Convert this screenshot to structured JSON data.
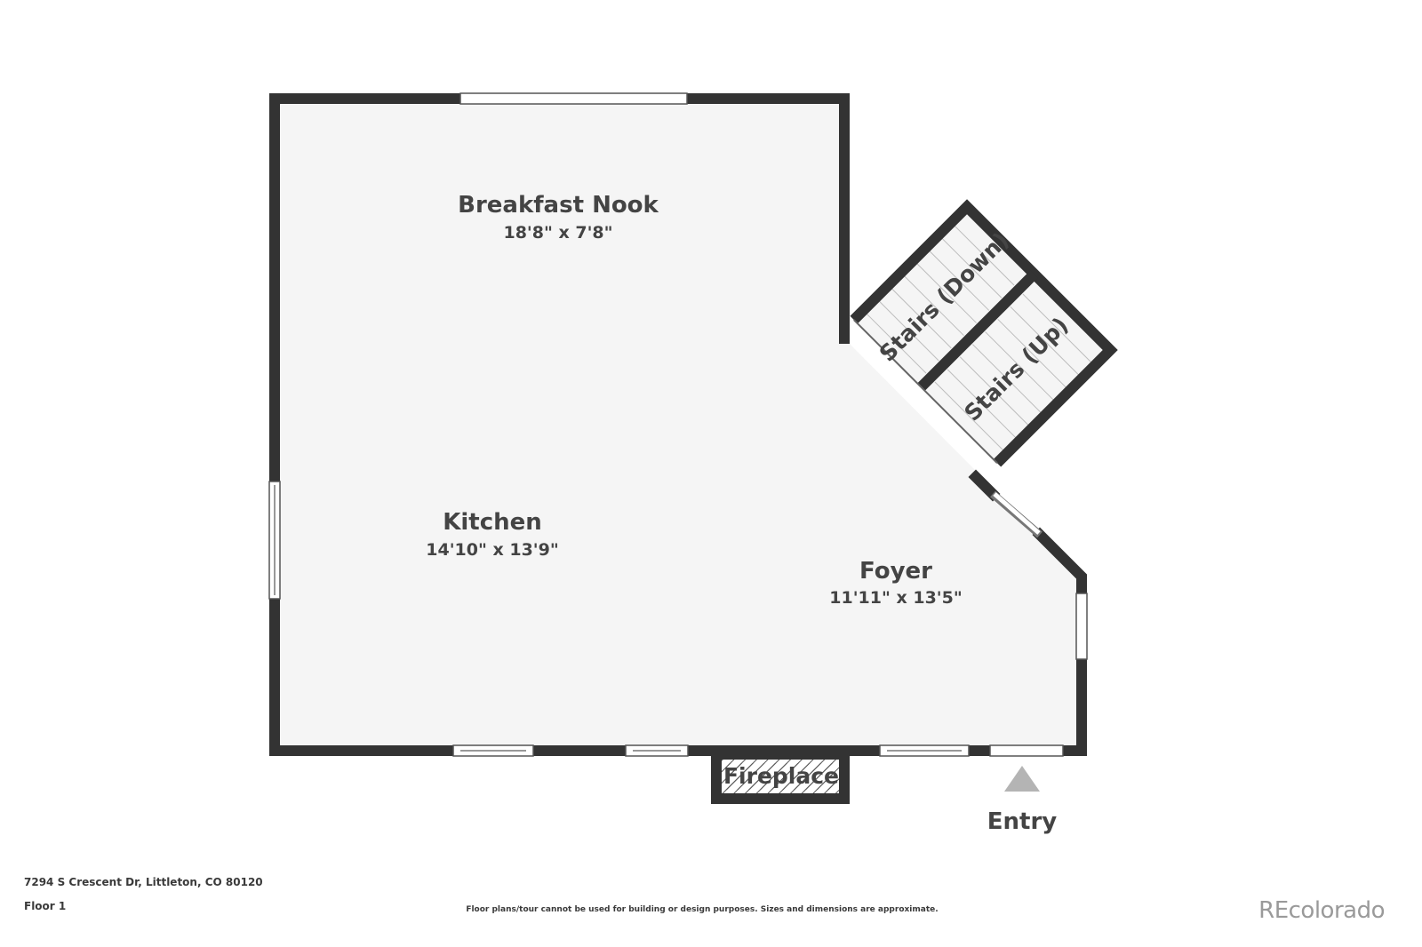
{
  "rooms": {
    "breakfast_nook": {
      "name": "Breakfast Nook",
      "dims": "18'8\" x 7'8\""
    },
    "kitchen": {
      "name": "Kitchen",
      "dims": "14'10\" x 13'9\""
    },
    "foyer": {
      "name": "Foyer",
      "dims": "11'11\" x 13'5\""
    }
  },
  "stairs": {
    "down": "Stairs (Down)",
    "up": "Stairs (Up)"
  },
  "fireplace": "Fireplace",
  "entry": "Entry",
  "footer": {
    "address": "7294 S Crescent Dr, Littleton, CO 80120",
    "floor": "Floor 1",
    "disclaimer": "Floor plans/tour cannot be used for building or design purposes. Sizes and dimensions are approximate.",
    "brand": "REcolorado"
  },
  "colors": {
    "wall": "#333333",
    "floor": "#f5f5f5",
    "text": "#444444",
    "entry_arrow": "#b4b4b4"
  }
}
